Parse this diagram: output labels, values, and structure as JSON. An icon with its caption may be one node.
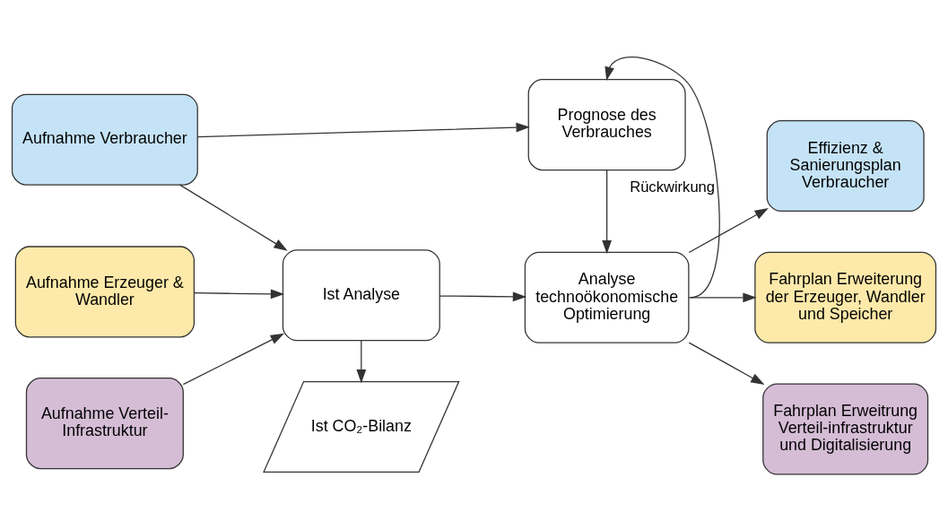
{
  "diagram": {
    "nodes": [
      {
        "text": [
          "Aufnahme Verbraucher"
        ]
      },
      {
        "text": [
          "Aufnahme Erzeuger & Wandler"
        ]
      },
      {
        "text": [
          "Aufnahme Verteil-Infrastruktur"
        ]
      },
      {
        "text": [
          "Prognose des Verbrauches"
        ]
      },
      {
        "text": [
          "Ist Analyse"
        ]
      },
      {
        "text": [
          "Analyse technoökonomische Optimierung"
        ]
      },
      {
        "text": [
          "Ist CO₂-Bilanz"
        ]
      },
      {
        "text": [
          "Effizienz & Sanierungsplan Verbraucher"
        ]
      },
      {
        "text": [
          "Fahrplan Erweiterung der Erzeuger, Wandler und Speicher"
        ]
      },
      {
        "text": [
          "Fahrplan Erweitrung Verteil-infrastruktur und Digitalisierung"
        ]
      }
    ],
    "edges": [
      {
        "from": 0,
        "to": 3,
        "arrow": "to"
      },
      {
        "from": 0,
        "to": 4,
        "arrow": "to"
      },
      {
        "from": 1,
        "to": 4,
        "arrow": "to"
      },
      {
        "from": 2,
        "to": 4,
        "arrow": "to"
      },
      {
        "from": 3,
        "to": 5,
        "arrow": "to"
      },
      {
        "from": 4,
        "to": 5,
        "arrow": "to"
      },
      {
        "from": 4,
        "to": 6,
        "arrow": "to"
      },
      {
        "from": 5,
        "to": 3,
        "arrow": "to",
        "label": "Rückwirkung"
      },
      {
        "from": 5,
        "to": 7,
        "arrow": "to"
      },
      {
        "from": 5,
        "to": 8,
        "arrow": "to"
      },
      {
        "from": 5,
        "to": 9,
        "arrow": "to"
      }
    ]
  }
}
